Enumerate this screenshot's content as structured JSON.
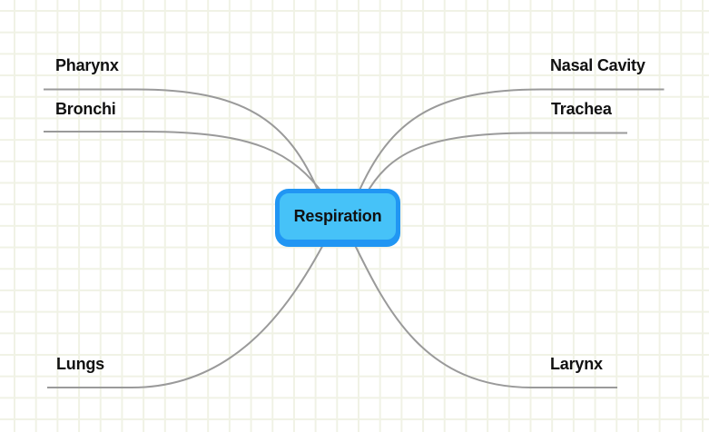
{
  "canvas": {
    "background_color": "#ffffff",
    "grid_color": "#f0f2e5"
  },
  "mindmap": {
    "center": {
      "label": "Respiration",
      "fill_color": "#46c2f8",
      "border_color": "#2196f3",
      "text_color": "#111111"
    },
    "connector_color": "#9a9a9a",
    "branches": [
      {
        "id": "pharynx",
        "label": "Pharynx",
        "position": "upper-left"
      },
      {
        "id": "nasal-cavity",
        "label": "Nasal Cavity",
        "position": "upper-right"
      },
      {
        "id": "bronchi",
        "label": "Bronchi",
        "position": "middle-left"
      },
      {
        "id": "trachea",
        "label": "Trachea",
        "position": "middle-right"
      },
      {
        "id": "lungs",
        "label": "Lungs",
        "position": "bottom-left"
      },
      {
        "id": "larynx",
        "label": "Larynx",
        "position": "bottom-right"
      }
    ]
  }
}
